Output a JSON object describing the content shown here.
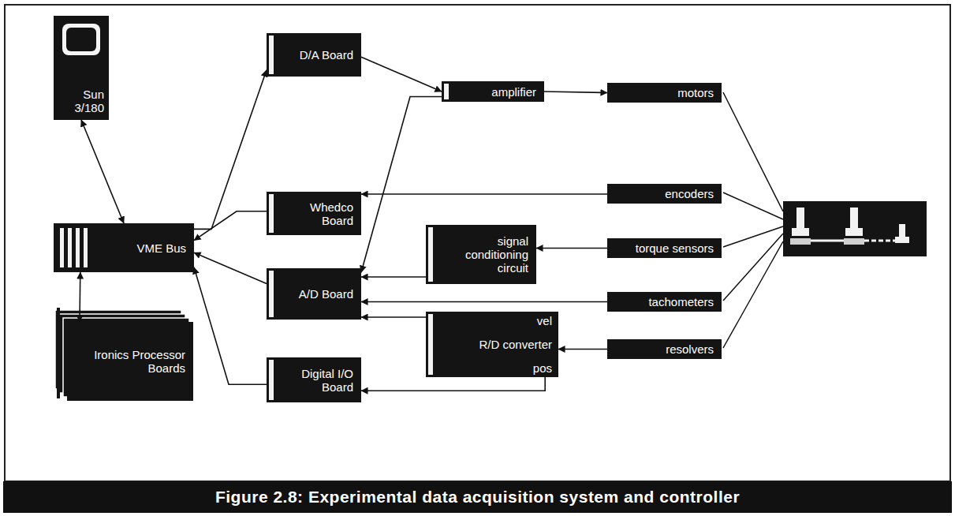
{
  "diagram": {
    "caption": "Figure 2.8: Experimental data acquisition system and controller",
    "nodes": [
      {
        "text": [
          "Sun 3/180"
        ]
      },
      {
        "text": [
          "VME Bus"
        ]
      },
      {
        "text": [
          "Ironics Processor Boards"
        ]
      },
      {
        "text": [
          "D/A Board"
        ]
      },
      {
        "text": [
          "Whedco Board"
        ]
      },
      {
        "text": [
          "A/D Board"
        ]
      },
      {
        "text": [
          "Digital I/O Board"
        ]
      },
      {
        "text": [
          "amplifier"
        ]
      },
      {
        "text": [
          "signal conditioning circuit"
        ]
      },
      {
        "text": [
          "vel",
          "R/D converter",
          "pos"
        ]
      },
      {
        "text": [
          "motors"
        ]
      },
      {
        "text": [
          "encoders"
        ]
      },
      {
        "text": [
          "torque sensors"
        ]
      },
      {
        "text": [
          "tachometers"
        ]
      },
      {
        "text": [
          "resolvers"
        ]
      }
    ],
    "edges": [
      {
        "from": 0,
        "to": 1,
        "arrow": "both"
      },
      {
        "from": 1,
        "to": 2,
        "arrow": "both"
      },
      {
        "from": 1,
        "to": 3,
        "arrow": "to"
      },
      {
        "from": 4,
        "to": 1,
        "arrow": "to"
      },
      {
        "from": 5,
        "to": 1,
        "arrow": "to"
      },
      {
        "from": 6,
        "to": 1,
        "arrow": "to"
      },
      {
        "from": 3,
        "to": 7,
        "arrow": "to"
      },
      {
        "from": 7,
        "to": 5,
        "arrow": "to"
      },
      {
        "from": 7,
        "to": 10,
        "arrow": "to"
      },
      {
        "from": 11,
        "to": 4,
        "arrow": "to"
      },
      {
        "from": 12,
        "to": 8,
        "arrow": "to"
      },
      {
        "from": 8,
        "to": 5,
        "arrow": "to"
      },
      {
        "from": 13,
        "to": 5,
        "arrow": "to"
      },
      {
        "from": 9,
        "to": 5,
        "arrow": "to"
      },
      {
        "from": 9,
        "to": 6,
        "arrow": "to"
      },
      {
        "from": 14,
        "to": 9,
        "arrow": "to"
      }
    ]
  }
}
